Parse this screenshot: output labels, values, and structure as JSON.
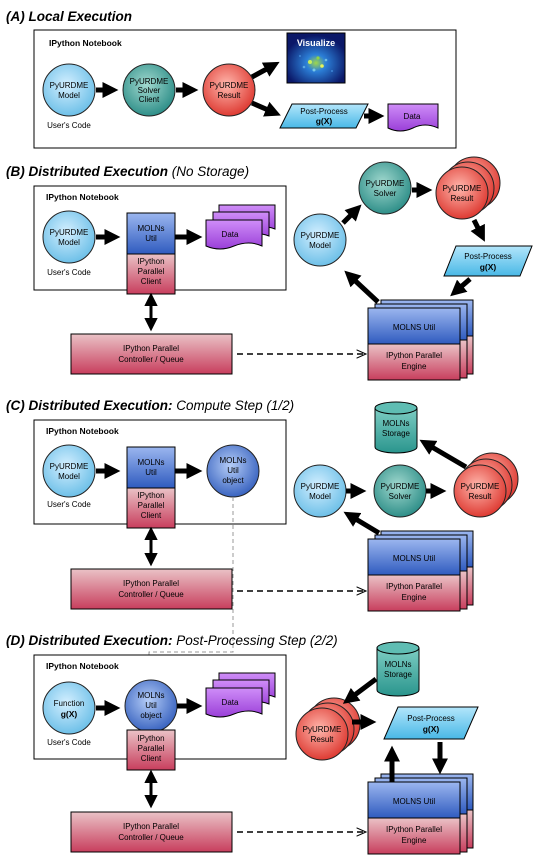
{
  "panels": {
    "a": {
      "tag": "(A)",
      "title": "Local Execution",
      "subtitle": ""
    },
    "b": {
      "tag": "(B)",
      "title": "Distributed Execution",
      "subtitle": " (No Storage)"
    },
    "c": {
      "tag": "(C)",
      "title": "Distributed Execution:",
      "subtitle": " Compute Step (1/2)"
    },
    "d": {
      "tag": "(D)",
      "title": "Distributed Execution:",
      "subtitle": " Post-Processing Step (2/2)"
    }
  },
  "labels": {
    "notebook": "IPython Notebook",
    "users_code": "User's Code",
    "pyurdme": "PyURDME",
    "model": "Model",
    "solver": "Solver",
    "result": "Result",
    "client": "Client",
    "visualize": "Visualize",
    "post_process": "Post-Process",
    "gx": "g(X)",
    "data": "Data",
    "molns": "MOLNs",
    "util": "Util",
    "object": "object",
    "ipython": "IPython",
    "parallel": "Parallel",
    "molns_util": "MOLNS Util",
    "ipython_parallel": "IPython Parallel",
    "engine": "Engine",
    "controller_queue": "Controller / Queue",
    "storage": "Storage",
    "function": "Function"
  },
  "colors": {
    "model": "#7cc7ea",
    "solver": "#3e9e96",
    "result": "#e5473f",
    "molns": "#3d6dc6",
    "ipython": "#cc4b67",
    "data": "#a44de0",
    "postprocess": "#5bc4ea",
    "storage": "#38a49c"
  }
}
